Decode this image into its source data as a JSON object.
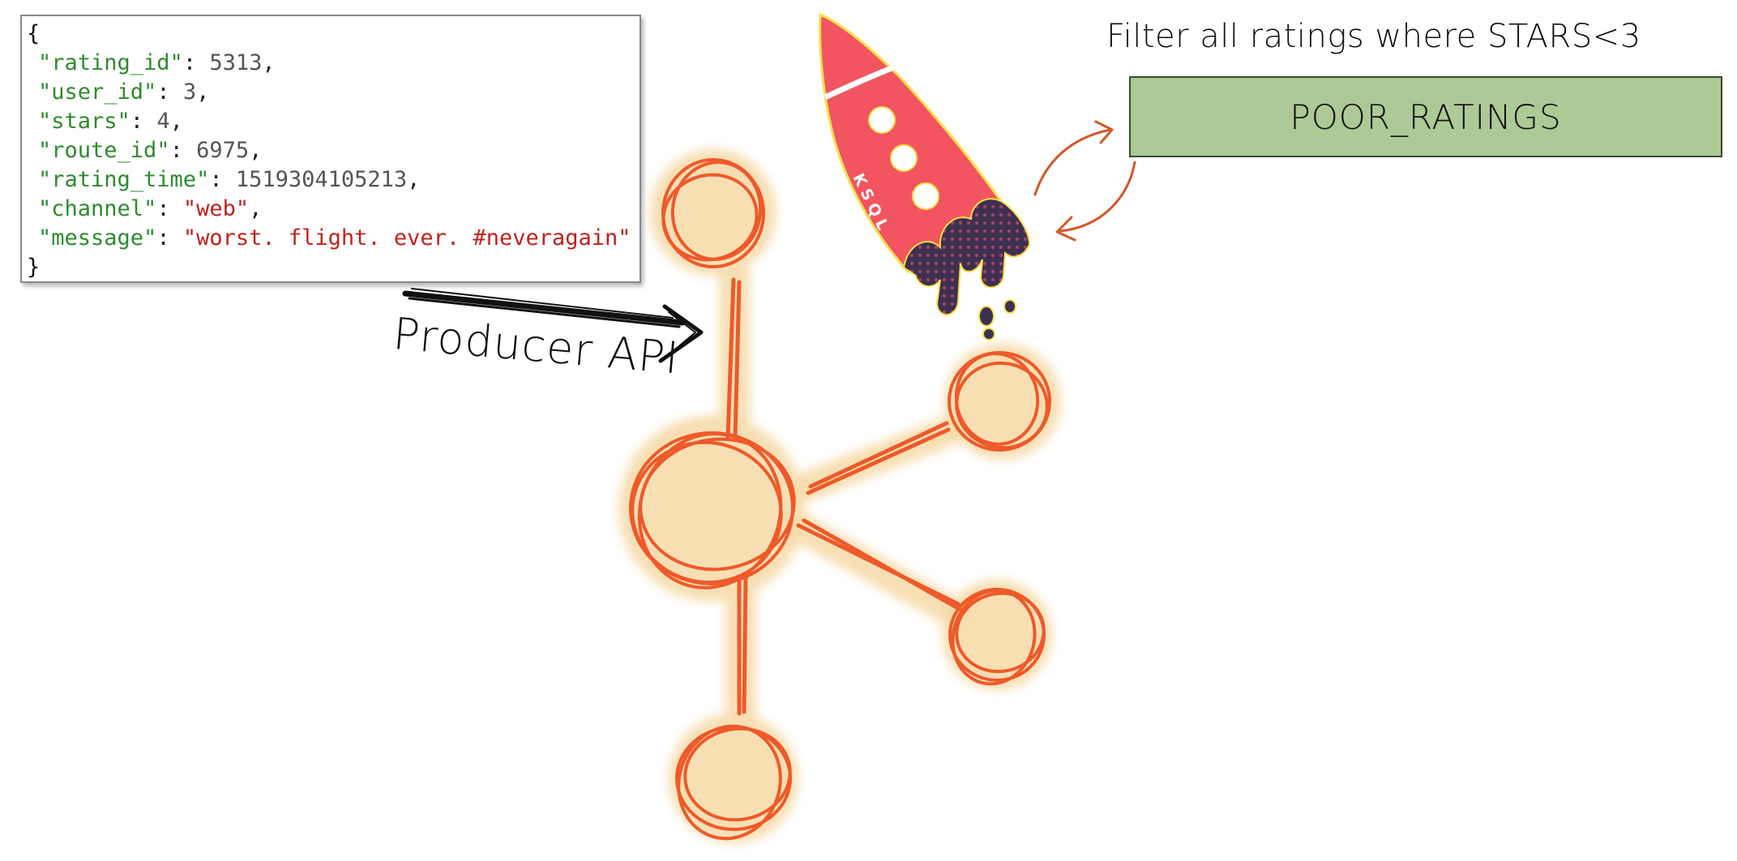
{
  "json_record": {
    "open_brace": "{",
    "close_brace": "}",
    "fields": [
      {
        "key": "\"rating_id\"",
        "value": "5313",
        "type": "number",
        "comma": ","
      },
      {
        "key": "\"user_id\"",
        "value": "3",
        "type": "number",
        "comma": ","
      },
      {
        "key": "\"stars\"",
        "value": "4",
        "type": "number",
        "comma": ","
      },
      {
        "key": "\"route_id\"",
        "value": "6975",
        "type": "number",
        "comma": ","
      },
      {
        "key": "\"rating_time\"",
        "value": "1519304105213",
        "type": "number",
        "comma": ","
      },
      {
        "key": "\"channel\"",
        "value": "\"web\"",
        "type": "string",
        "comma": ","
      },
      {
        "key": "\"message\"",
        "value": "\"worst. flight. ever. #neveragain\"",
        "type": "string",
        "comma": ""
      }
    ]
  },
  "labels": {
    "producer_api": "Producer API",
    "filter": "Filter all ratings where STARS<3",
    "stream_name": "POOR_RATINGS",
    "rocket_text": "KSQL"
  },
  "colors": {
    "json_key": "#2e8b2e",
    "json_number": "#555555",
    "json_string": "#c0221b",
    "node_stroke": "#ee5a2a",
    "node_glow": "#f6d9a6",
    "rocket_body": "#f25560",
    "rocket_dark": "#3d2f52",
    "stream_fill": "#adc995",
    "cycle_arrow": "#d2582a"
  },
  "icons": [
    "kafka-cluster-icon",
    "ksql-rocket-icon",
    "cycle-arrows-icon",
    "producer-arrow-icon"
  ]
}
